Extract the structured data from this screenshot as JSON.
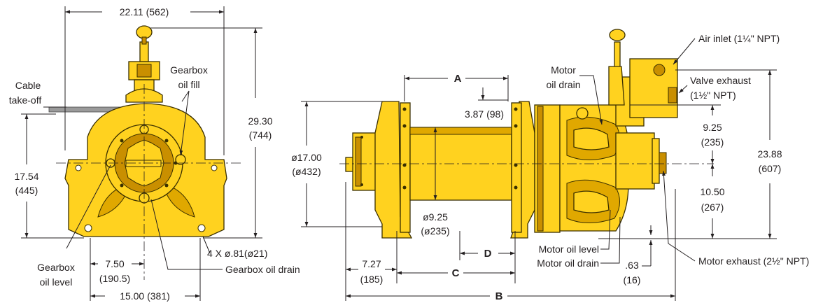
{
  "left_view": {
    "width_overall": "22.11 (562)",
    "cable_takeoff": [
      "Cable",
      "take-off"
    ],
    "gearbox_oil_fill": [
      "Gearbox",
      "oil fill"
    ],
    "height_total": [
      "29.30",
      "(744)"
    ],
    "drum_center_height": [
      "17.54",
      "(445)"
    ],
    "mount_holes": "4 X ø.81(ø21)",
    "gearbox_oil_level": [
      "Gearbox",
      "oil level"
    ],
    "half_base": [
      "7.50",
      "(190.5)"
    ],
    "gearbox_oil_drain": "Gearbox oil drain",
    "base_width": "15.00 (381)"
  },
  "right_view": {
    "dim_A": "A",
    "drum_offset": "3.87 (98)",
    "flange_diameter": [
      "ø17.00",
      "(ø432)"
    ],
    "drum_diameter": [
      "ø9.25",
      "(ø235)"
    ],
    "dim_D": "D",
    "end_offset": [
      "7.27",
      "(185)"
    ],
    "dim_C": "C",
    "dim_B": "B",
    "motor_oil_drain_top": [
      "Motor",
      "oil drain"
    ],
    "air_inlet": "Air inlet (1¼\" NPT)",
    "valve_exhaust": [
      "Valve exhaust",
      "(1½\" NPT)"
    ],
    "upper_height": [
      "9.25",
      "(235)"
    ],
    "overall_height": [
      "23.88",
      "(607)"
    ],
    "lower_height": [
      "10.50",
      "(267)"
    ],
    "motor_oil_level": "Motor oil level",
    "motor_oil_drain_bottom": "Motor oil drain",
    "base_offset": [
      ".63",
      "(16)"
    ],
    "motor_exhaust": "Motor exhaust (2½\" NPT)"
  }
}
